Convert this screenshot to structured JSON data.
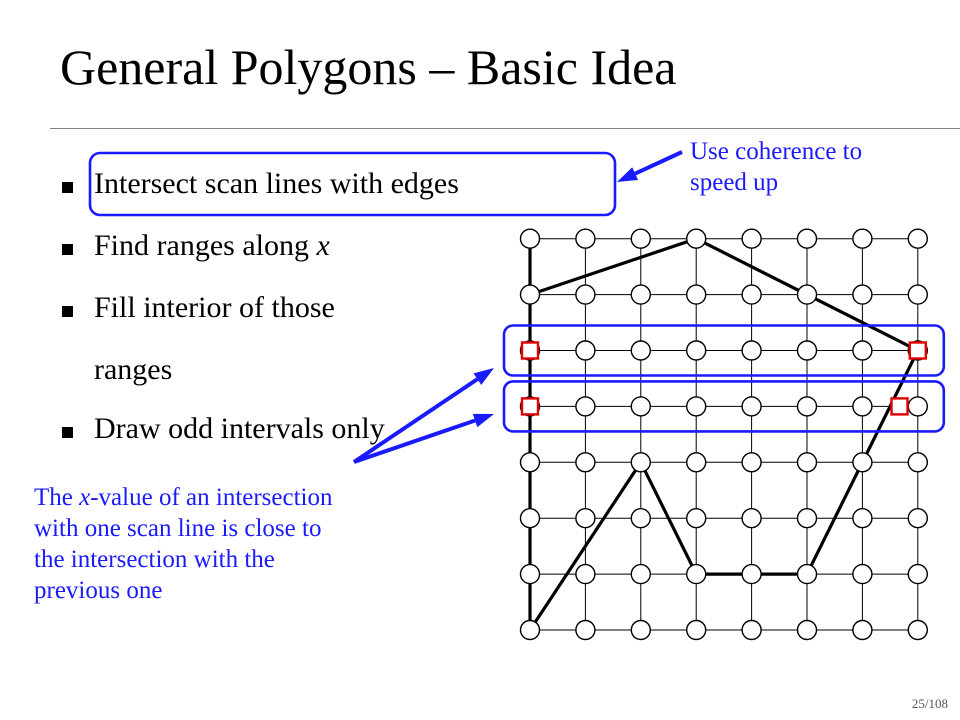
{
  "slide": {
    "title": "General Polygons – Basic Idea",
    "page_number": "25/108"
  },
  "bullets": [
    {
      "text": "Intersect scan lines with edges",
      "highlighted": true
    },
    {
      "text": "Find ranges along ",
      "italic_tail": "x"
    },
    {
      "text": "Fill interior of those",
      "continuation": "ranges"
    },
    {
      "text": "Draw odd intervals only"
    }
  ],
  "annotations": {
    "coherence_note": [
      "Use coherence to",
      "speed up"
    ],
    "intersection_note": {
      "lines": [
        [
          "The ",
          "x",
          "-value of an intersection"
        ],
        [
          "with one scan line is close to"
        ],
        [
          "the intersection with the"
        ],
        [
          "previous one"
        ]
      ]
    }
  },
  "colors": {
    "accent": "#1a1aff",
    "intersection": "#e00000",
    "polygon": "#000000",
    "grid": "#000000"
  },
  "diagram": {
    "grid_columns": 8,
    "grid_rows": 8,
    "polygon_vertices": [
      [
        0,
        7
      ],
      [
        0,
        6
      ],
      [
        3,
        7
      ],
      [
        7,
        5
      ],
      [
        5,
        1
      ],
      [
        3,
        1
      ],
      [
        2,
        3
      ],
      [
        0,
        0
      ]
    ],
    "highlighted_scan_rows": [
      5,
      4
    ],
    "intersections": [
      [
        0,
        5
      ],
      [
        7,
        5
      ],
      [
        0,
        4
      ],
      [
        6.67,
        4
      ]
    ]
  }
}
